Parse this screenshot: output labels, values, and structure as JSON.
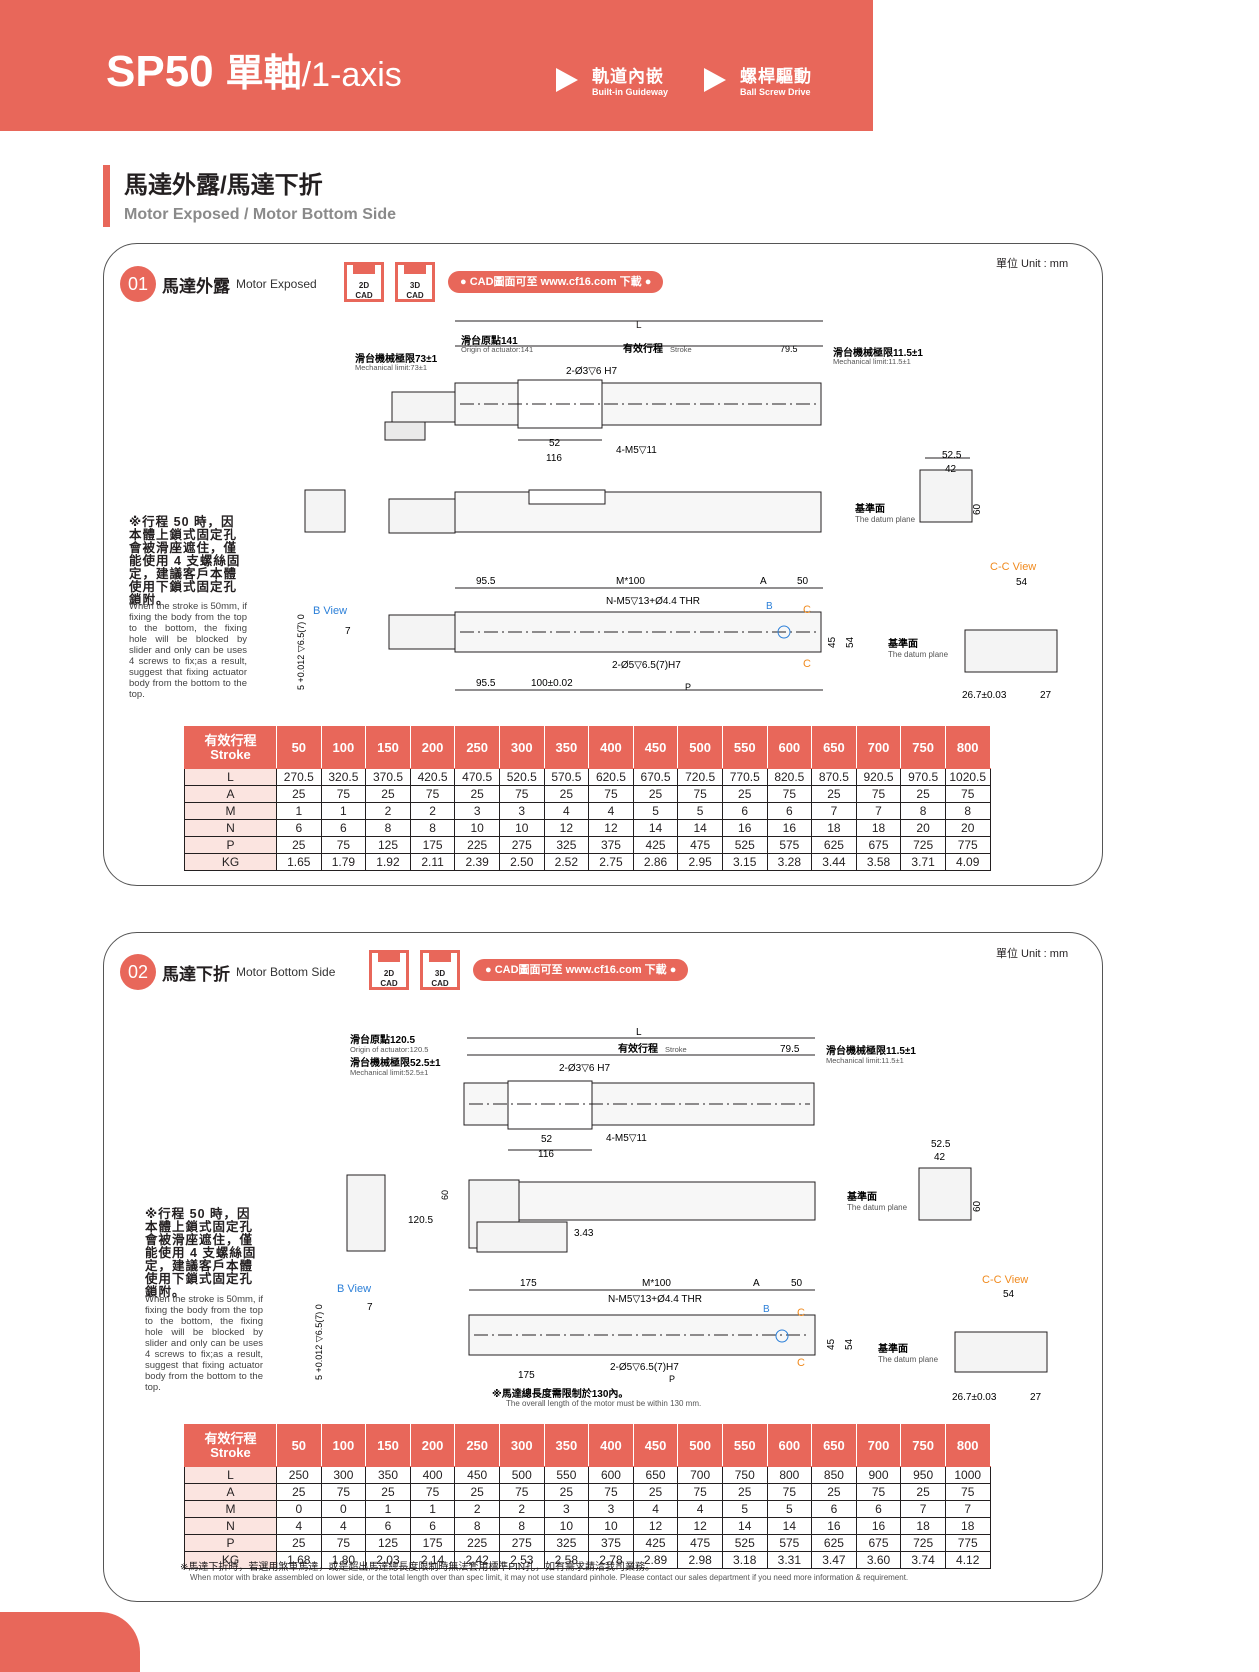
{
  "header": {
    "model": "SP50",
    "axis_zh": "單軸",
    "axis_en": "/1-axis",
    "features": [
      {
        "zh": "軌道內嵌",
        "en": "Built-in Guideway"
      },
      {
        "zh": "螺桿驅動",
        "en": "Ball Screw Drive"
      }
    ]
  },
  "section": {
    "title_zh": "馬達外露/馬達下折",
    "title_en": "Motor Exposed / Motor Bottom Side"
  },
  "panels": [
    {
      "num": "01",
      "title_zh": "馬達外露",
      "title_en": "Motor Exposed",
      "cad2d": "2D\nCAD",
      "cad3d": "3D\nCAD",
      "cad_link": "● CAD圖面可至 www.cf16.com 下載 ●",
      "unit": "單位 Unit : mm",
      "note_zh": "※行程 50 時，因本體上鎖式固定孔會被滑座遮住，僅能使用 4 支螺絲固定，建議客戶本體使用下鎖式固定孔鎖附。",
      "note_en": "When the stroke is 50mm, if fixing the body from the top to the bottom, the fixing hole will be blocked by slider and only can be uses 4 screws to fix;as a result, suggest that fixing actuator body from the bottom to the top.",
      "dims": {
        "L": "L",
        "origin_zh": "滑台原點141",
        "origin_en": "Origin of actuator:141",
        "mech_left_zh": "滑台機械極限73±1",
        "mech_left_en": "Mechanical limit:73±1",
        "stroke_zh": "有效行程",
        "stroke_en": "Stroke",
        "d795": "79.5",
        "mech_right_zh": "滑台機械極限11.5±1",
        "mech_right_en": "Mechanical limit:11.5±1",
        "pin": "2-Ø3▽6 H7",
        "d52": "52",
        "d116": "116",
        "m5": "4-M5▽11",
        "d525": "52.5",
        "d42": "42",
        "d60": "60",
        "datum_zh": "基準面",
        "datum_en": "The datum plane",
        "d955a": "95.5",
        "m100": "M*100",
        "A": "A",
        "d50": "50",
        "thr": "N-M5▽13+Ø4.4 THR",
        "bview": "B View",
        "b": "B",
        "c": "C",
        "d7": "7",
        "tol": "5 +0.012 ▽6.5(7)\n0",
        "d45": "45",
        "d54": "54",
        "d955b": "95.5",
        "pitch": "100±0.02",
        "P": "P",
        "holes": "2-Ø5▽6.5(7)H7",
        "ccview": "C-C View",
        "cc54": "54",
        "cc267": "26.7±0.03",
        "cc27": "27"
      },
      "table": {
        "header_zh": "有效行程",
        "header_en": "Stroke",
        "strokes": [
          "50",
          "100",
          "150",
          "200",
          "250",
          "300",
          "350",
          "400",
          "450",
          "500",
          "550",
          "600",
          "650",
          "700",
          "750",
          "800"
        ],
        "rows": [
          {
            "label": "L",
            "values": [
              "270.5",
              "320.5",
              "370.5",
              "420.5",
              "470.5",
              "520.5",
              "570.5",
              "620.5",
              "670.5",
              "720.5",
              "770.5",
              "820.5",
              "870.5",
              "920.5",
              "970.5",
              "1020.5"
            ]
          },
          {
            "label": "A",
            "values": [
              "25",
              "75",
              "25",
              "75",
              "25",
              "75",
              "25",
              "75",
              "25",
              "75",
              "25",
              "75",
              "25",
              "75",
              "25",
              "75"
            ]
          },
          {
            "label": "M",
            "values": [
              "1",
              "1",
              "2",
              "2",
              "3",
              "3",
              "4",
              "4",
              "5",
              "5",
              "6",
              "6",
              "7",
              "7",
              "8",
              "8"
            ]
          },
          {
            "label": "N",
            "values": [
              "6",
              "6",
              "8",
              "8",
              "10",
              "10",
              "12",
              "12",
              "14",
              "14",
              "16",
              "16",
              "18",
              "18",
              "20",
              "20"
            ]
          },
          {
            "label": "P",
            "values": [
              "25",
              "75",
              "125",
              "175",
              "225",
              "275",
              "325",
              "375",
              "425",
              "475",
              "525",
              "575",
              "625",
              "675",
              "725",
              "775"
            ]
          },
          {
            "label": "KG",
            "values": [
              "1.65",
              "1.79",
              "1.92",
              "2.11",
              "2.39",
              "2.50",
              "2.52",
              "2.75",
              "2.86",
              "2.95",
              "3.15",
              "3.28",
              "3.44",
              "3.58",
              "3.71",
              "4.09"
            ]
          }
        ]
      }
    },
    {
      "num": "02",
      "title_zh": "馬達下折",
      "title_en": "Motor Bottom Side",
      "cad2d": "2D\nCAD",
      "cad3d": "3D\nCAD",
      "cad_link": "● CAD圖面可至 www.cf16.com 下載 ●",
      "unit": "單位 Unit : mm",
      "note_zh": "※行程 50 時，因本體上鎖式固定孔會被滑座遮住，僅能使用 4 支螺絲固定，建議客戶本體使用下鎖式固定孔鎖附。",
      "note_en": "When the stroke is 50mm, if fixing the body from the top to the bottom, the fixing hole will be blocked by slider and only can be uses 4 screws to fix;as a result, suggest that fixing actuator body from the bottom to the top.",
      "dims": {
        "L": "L",
        "origin_zh": "滑台原點120.5",
        "origin_en": "Origin of actuator:120.5",
        "mech_left_zh": "滑台機械極限52.5±1",
        "mech_left_en": "Mechanical limit:52.5±1",
        "stroke_zh": "有效行程",
        "stroke_en": "Stroke",
        "d795": "79.5",
        "mech_right_zh": "滑台機械極限11.5±1",
        "mech_right_en": "Mechanical limit:11.5±1",
        "pin": "2-Ø3▽6 H7",
        "d52": "52",
        "d116": "116",
        "m5": "4-M5▽11",
        "d525": "52.5",
        "d42": "42",
        "d60": "60",
        "datum_zh": "基準面",
        "datum_en": "The datum plane",
        "d1205": "120.5",
        "d60b": "60",
        "d343": "3.43",
        "d175a": "175",
        "m100": "M*100",
        "A": "A",
        "d50": "50",
        "thr": "N-M5▽13+Ø4.4 THR",
        "bview": "B View",
        "b": "B",
        "c": "C",
        "d7": "7",
        "tol": "5 +0.012 ▽6.5(7)\n0",
        "d45": "45",
        "d54": "54",
        "d175b": "175",
        "P": "P",
        "holes": "2-Ø5▽6.5(7)H7",
        "motor_note_zh": "※馬達總長度需限制於130內。",
        "motor_note_en": "The overall length of the motor must be within 130 mm.",
        "ccview": "C-C View",
        "cc54": "54",
        "cc267": "26.7±0.03",
        "cc27": "27"
      },
      "table": {
        "header_zh": "有效行程",
        "header_en": "Stroke",
        "strokes": [
          "50",
          "100",
          "150",
          "200",
          "250",
          "300",
          "350",
          "400",
          "450",
          "500",
          "550",
          "600",
          "650",
          "700",
          "750",
          "800"
        ],
        "rows": [
          {
            "label": "L",
            "values": [
              "250",
              "300",
              "350",
              "400",
              "450",
              "500",
              "550",
              "600",
              "650",
              "700",
              "750",
              "800",
              "850",
              "900",
              "950",
              "1000"
            ]
          },
          {
            "label": "A",
            "values": [
              "25",
              "75",
              "25",
              "75",
              "25",
              "75",
              "25",
              "75",
              "25",
              "75",
              "25",
              "75",
              "25",
              "75",
              "25",
              "75"
            ]
          },
          {
            "label": "M",
            "values": [
              "0",
              "0",
              "1",
              "1",
              "2",
              "2",
              "3",
              "3",
              "4",
              "4",
              "5",
              "5",
              "6",
              "6",
              "7",
              "7"
            ]
          },
          {
            "label": "N",
            "values": [
              "4",
              "4",
              "6",
              "6",
              "8",
              "8",
              "10",
              "10",
              "12",
              "12",
              "14",
              "14",
              "16",
              "16",
              "18",
              "18"
            ]
          },
          {
            "label": "P",
            "values": [
              "25",
              "75",
              "125",
              "175",
              "225",
              "275",
              "325",
              "375",
              "425",
              "475",
              "525",
              "575",
              "625",
              "675",
              "725",
              "775"
            ]
          },
          {
            "label": "KG",
            "values": [
              "1.68",
              "1.80",
              "2.03",
              "2.14",
              "2.42",
              "2.53",
              "2.58",
              "2.78",
              "2.89",
              "2.98",
              "3.18",
              "3.31",
              "3.47",
              "3.60",
              "3.74",
              "4.12"
            ]
          }
        ]
      },
      "footer_zh": "※馬達下折時，若選用煞車馬達，或是超出馬達總長度限制時無法套用標準PIN孔，如有需求請洽我司業務。",
      "footer_en": "When motor with brake assembled on lower side, or the total length over than spec limit, it may not use standard pinhole. Please contact our sales department if you need more information & requirement."
    }
  ],
  "colors": {
    "accent": "#e8675a",
    "blue": "#2b7fd8",
    "orange": "#f08a1e",
    "row_label_bg": "#fbe4e0"
  }
}
